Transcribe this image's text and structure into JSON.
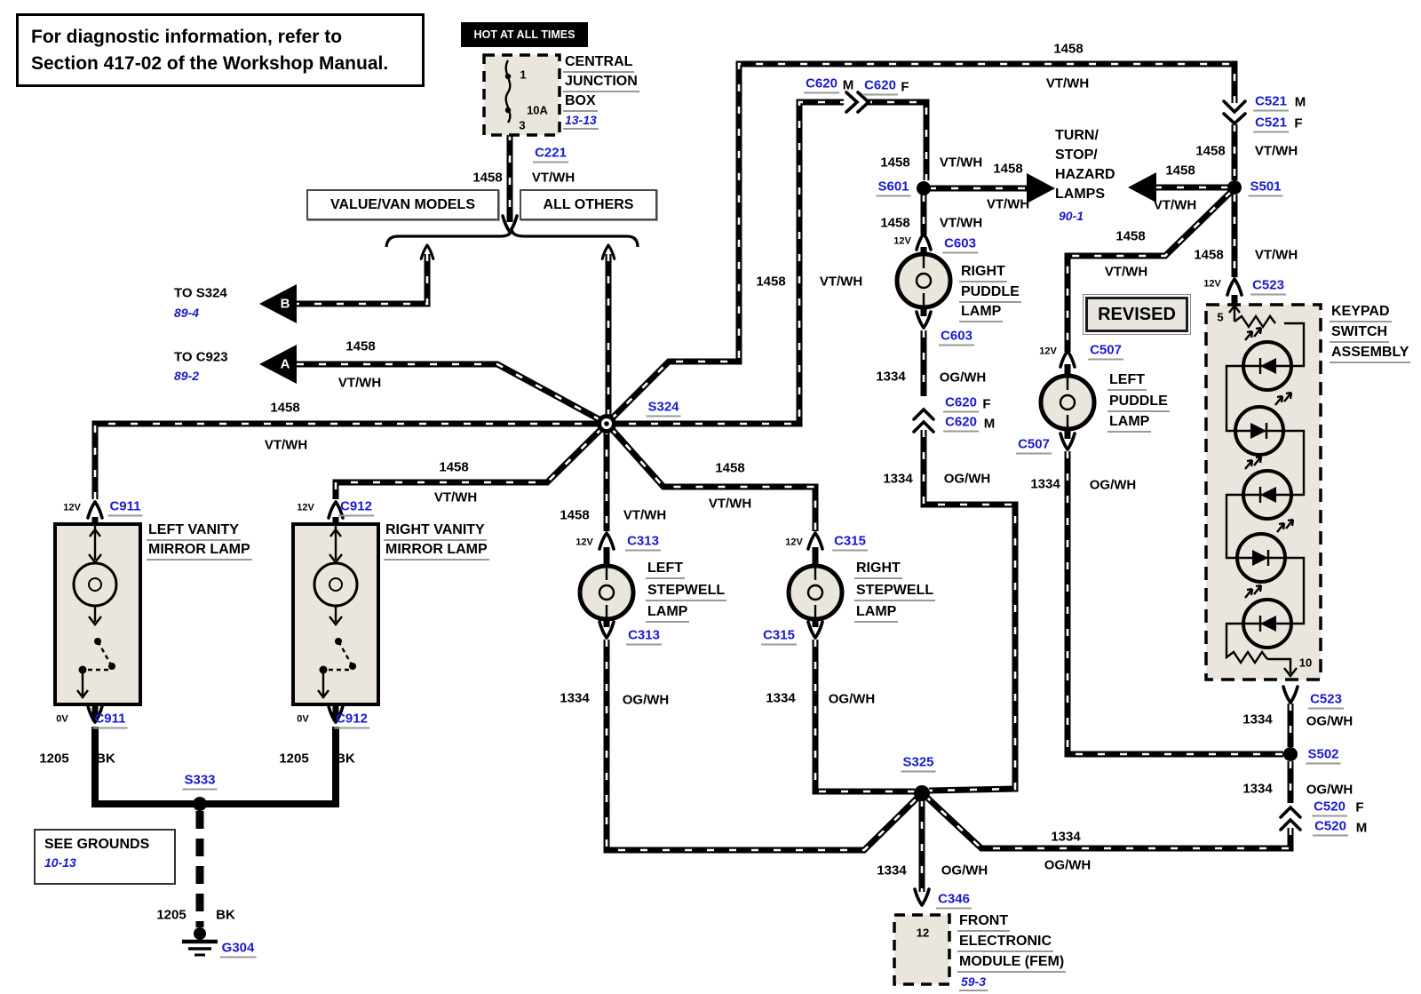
{
  "colors": {
    "blue": "#1a1acc",
    "beige": "#eae6de",
    "wire": "#000000"
  },
  "note": {
    "line1": "For diagnostic information, refer to",
    "line2": "Section 417-02 of the Workshop Manual."
  },
  "banner": {
    "hot": "HOT AT ALL TIMES"
  },
  "cjb": {
    "pin_top": "1",
    "fuse": "10A",
    "pin_bottom": "3",
    "name1": "CENTRAL",
    "name2": "JUNCTION",
    "name3": "BOX",
    "ref": "13-13"
  },
  "option_boxes": {
    "value_van": "VALUE/VAN MODELS",
    "all_others": "ALL OTHERS"
  },
  "revised": "REVISED",
  "grounds_note": {
    "title": "SEE GROUNDS",
    "ref": "10-13"
  },
  "offpage": {
    "b": "B",
    "to_s324": "TO S324",
    "s324_ref": "89-4",
    "a": "A",
    "to_c923": "TO C923",
    "c923_ref": "89-2"
  },
  "wires": {
    "w1458": "1458",
    "w1334": "1334",
    "w1205": "1205",
    "vtwh": "VT/WH",
    "ogwh": "OG/WH",
    "bk": "BK",
    "v12": "12V",
    "v0": "0V"
  },
  "connectors": {
    "c221": "C221",
    "c911": "C911",
    "c912": "C912",
    "c313": "C313",
    "c315": "C315",
    "c603": "C603",
    "c507": "C507",
    "c620": "C620",
    "c521": "C521",
    "c523": "C523",
    "c520": "C520",
    "c346": "C346",
    "m": "M",
    "f": "F"
  },
  "splices": {
    "s324": "S324",
    "s325": "S325",
    "s333": "S333",
    "s601": "S601",
    "s501": "S501",
    "s502": "S502",
    "g304": "G304"
  },
  "components": {
    "left_vanity": "LEFT VANITY",
    "right_vanity": "RIGHT VANITY",
    "mirror_lamp": "MIRROR LAMP",
    "left": "LEFT",
    "right": "RIGHT",
    "stepwell": "STEPWELL",
    "puddle": "PUDDLE",
    "lamp": "LAMP",
    "turn1": "TURN/",
    "turn2": "STOP/",
    "turn3": "HAZARD",
    "turn4": "LAMPS",
    "turn_ref": "90-1",
    "keypad1": "KEYPAD",
    "keypad2": "SWITCH",
    "keypad3": "ASSEMBLY",
    "pin5": "5",
    "pin10": "10",
    "fem_pin": "12",
    "fem1": "FRONT",
    "fem2": "ELECTRONIC",
    "fem3": "MODULE (FEM)",
    "fem_ref": "59-3"
  }
}
